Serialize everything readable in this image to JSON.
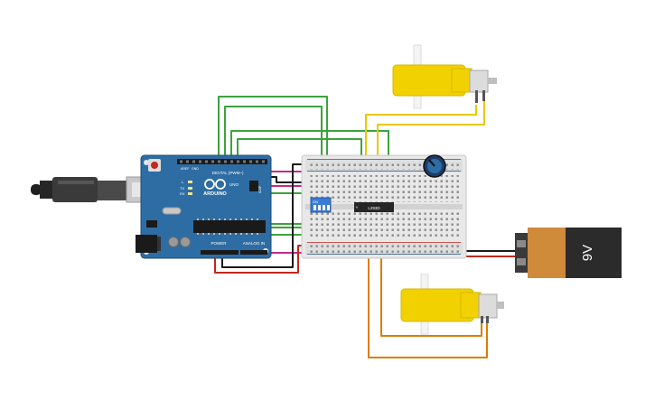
{
  "arduino": {
    "brand": "ARDUINO",
    "model": "UNO",
    "header_digital": "DIGITAL (PWM~)",
    "header_power": "POWER",
    "header_analog": "ANALOG IN",
    "led_l": "L",
    "led_tx": "TX",
    "led_rx": "RX",
    "icsp": "ICSP",
    "aref": "AREF",
    "gnd": "GND"
  },
  "ic": {
    "label": "L293D"
  },
  "dip": {
    "label": "ON"
  },
  "battery": {
    "label": "9V"
  },
  "colors": {
    "board": "#2e6da4",
    "breadboard": "#e8e8e8",
    "motor": "#f2d100",
    "battery_body": "#cf8a3a",
    "battery_cap": "#2b2b2b",
    "wire_green": "#3ca33c",
    "wire_yellow": "#e8c800",
    "wire_orange": "#e07b00",
    "wire_red": "#c0271e",
    "wire_magenta": "#c42a8a",
    "wire_black": "#1a1a1a"
  }
}
